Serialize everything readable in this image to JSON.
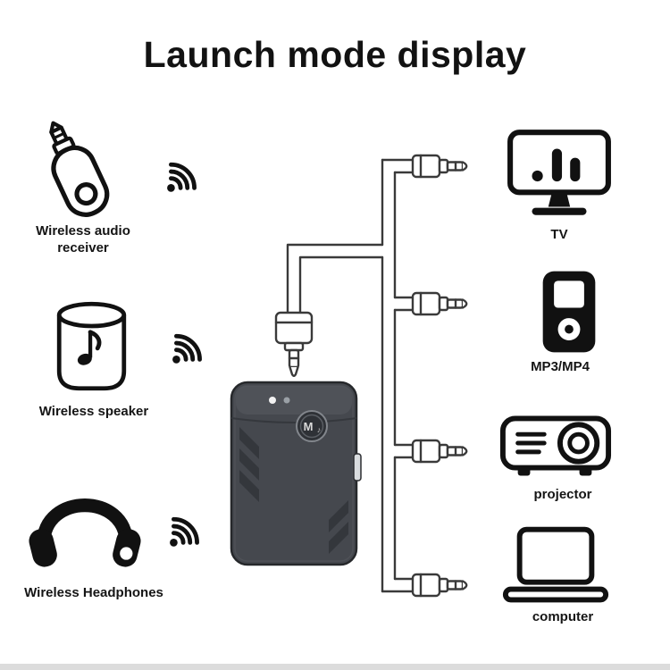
{
  "title": "Launch mode display",
  "adapter": {
    "button_label": "M",
    "button_glyph": "♪"
  },
  "left_devices": [
    {
      "id": "audio-receiver",
      "label": "Wireless audio receiver"
    },
    {
      "id": "speaker",
      "label": "Wireless speaker"
    },
    {
      "id": "headphones",
      "label": "Wireless Headphones"
    }
  ],
  "right_devices": [
    {
      "id": "tv",
      "label": "TV"
    },
    {
      "id": "mp3",
      "label": "MP3/MP4"
    },
    {
      "id": "projector",
      "label": "projector"
    },
    {
      "id": "computer",
      "label": "computer"
    }
  ],
  "colors": {
    "outline": "#111111",
    "wire": "#3a3a3a",
    "adapter_body": "#45484e"
  }
}
